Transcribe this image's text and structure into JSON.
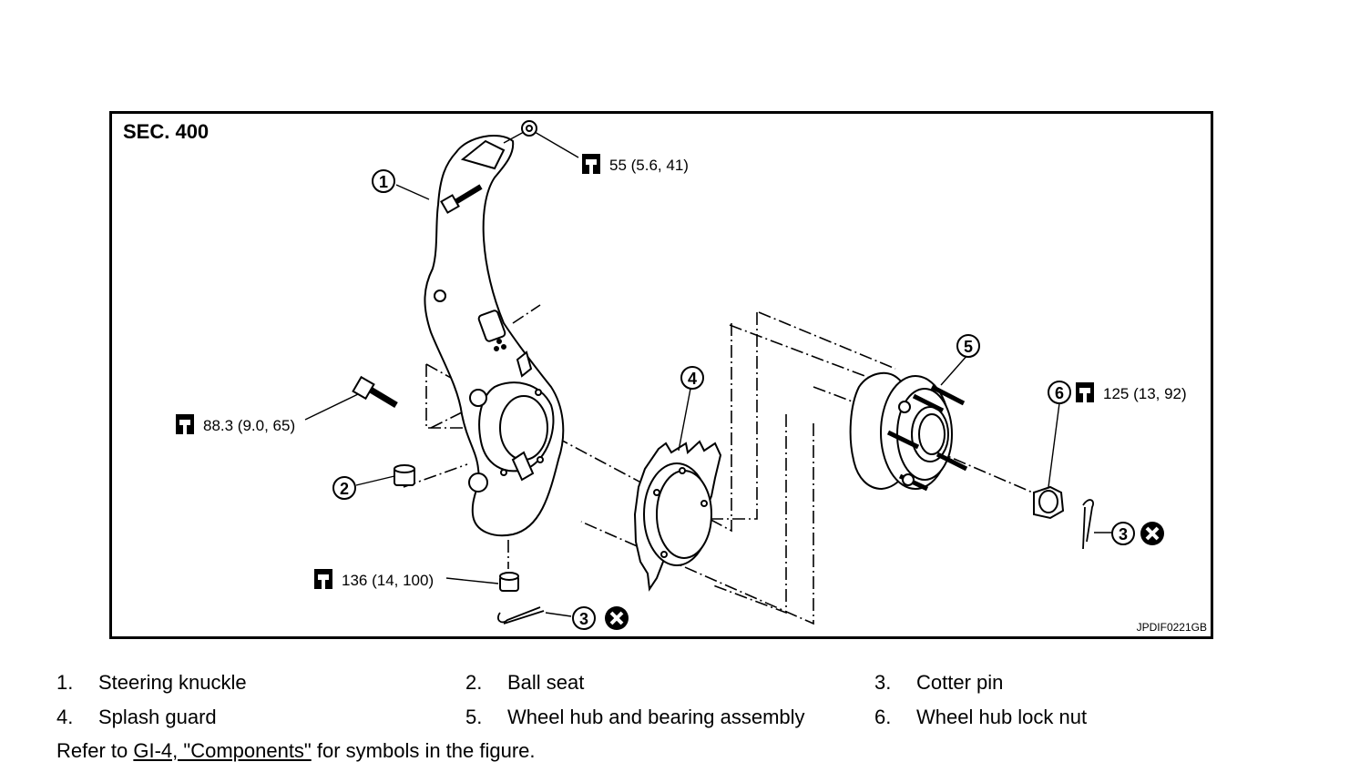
{
  "figure": {
    "section_title": "SEC. 400",
    "figure_code": "JPDIF0221GB",
    "callouts": {
      "c1": "1",
      "c2": "2",
      "c3a": "3",
      "c3b": "3",
      "c4": "4",
      "c5": "5",
      "c6": "6"
    },
    "torques": {
      "t_top": "55 (5.6, 41)",
      "t_left": "88.3 (9.0, 65)",
      "t_bottom": "136 (14, 100)",
      "t_right": "125 (13, 92)"
    },
    "symbols": {
      "torque_symbol": "torque-wrench-icon",
      "replace_symbol": "do-not-reuse-x-icon"
    }
  },
  "legend": {
    "items": [
      {
        "num": "1.",
        "label": "Steering knuckle"
      },
      {
        "num": "2.",
        "label": "Ball seat"
      },
      {
        "num": "3.",
        "label": "Cotter pin"
      },
      {
        "num": "4.",
        "label": "Splash guard"
      },
      {
        "num": "5.",
        "label": "Wheel hub and bearing assembly"
      },
      {
        "num": "6.",
        "label": "Wheel hub lock nut"
      }
    ]
  },
  "refer": {
    "prefix": "Refer to ",
    "link_label": "GI-4, \"Components\"",
    "suffix": " for symbols in the figure."
  }
}
